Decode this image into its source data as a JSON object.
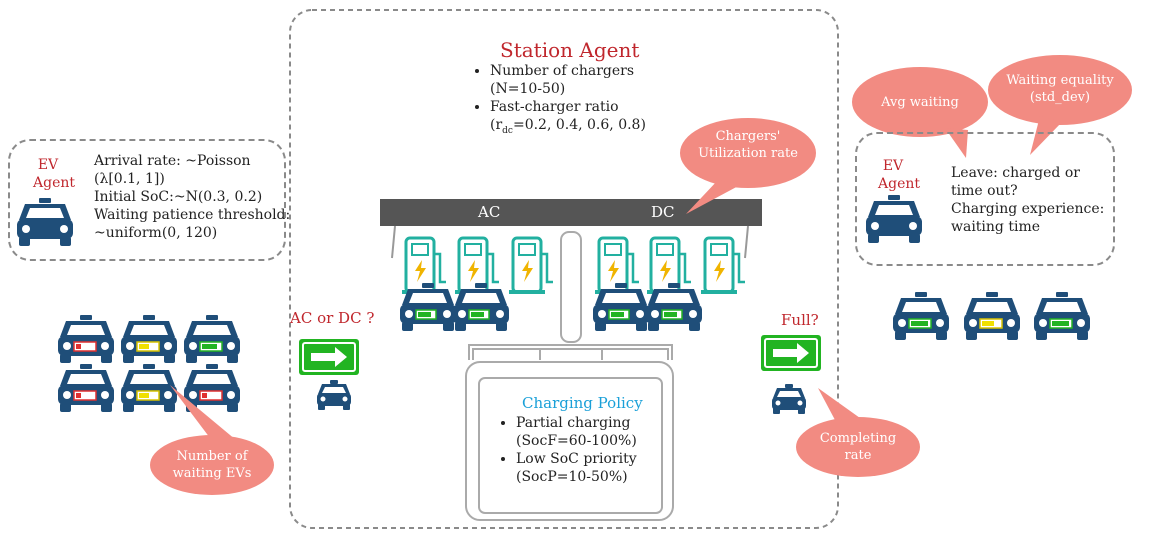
{
  "left_agent": {
    "title_line1": "EV",
    "title_line2": "Agent",
    "lines": [
      "Arrival rate: ~Poisson",
      "(λ[0.1, 1])",
      "Initial SoC:~N(0.3, 0.2)",
      "Waiting patience threshold:",
      "~uniform(0, 120)"
    ]
  },
  "station": {
    "title": "Station Agent",
    "bullet1_line1": "Number of chargers",
    "bullet1_line2": "(N=10-50)",
    "bullet2_line1": "Fast-charger ratio",
    "bullet2_line2_pre": "(r",
    "bullet2_line2_sub": "dc",
    "bullet2_line2_post": "=0.2, 0.4, 0.6, 0.8)",
    "ac_label": "AC",
    "dc_label": "DC"
  },
  "policy": {
    "title": "Charging Policy",
    "b1_line1": "Partial charging",
    "b1_line2": "(SocF=60-100%)",
    "b2_line1": "Low SoC priority",
    "b2_line2": "(SocP=10-50%)"
  },
  "right_agent": {
    "title_line1": "EV",
    "title_line2": "Agent",
    "lines": [
      "Leave: charged or",
      "time out?",
      "Charging experience:",
      "waiting time"
    ]
  },
  "labels": {
    "ac_or_dc": "AC or DC ?",
    "full": "Full?"
  },
  "bubbles": {
    "utilization_line1": "Chargers'",
    "utilization_line2": "Utilization rate",
    "avg_waiting": "Avg waiting",
    "equality_line1": "Waiting equality",
    "equality_line2": "(std_dev)",
    "waiting_evs_line1": "Number of",
    "waiting_evs_line2": "waiting EVs",
    "completing_line1": "Completing",
    "completing_line2": "rate"
  },
  "colors": {
    "accent_red": "#c0272d",
    "bubble": "#f28b82",
    "car": "#1f4e79",
    "charger": "#22b0a0",
    "arrow_green": "#22b422",
    "policy_blue": "#1aa0d8",
    "canopy": "#555555"
  },
  "icons": [
    "taxi-icon",
    "charger-icon",
    "arrow-right-icon",
    "battery-icon",
    "bolt-icon"
  ]
}
